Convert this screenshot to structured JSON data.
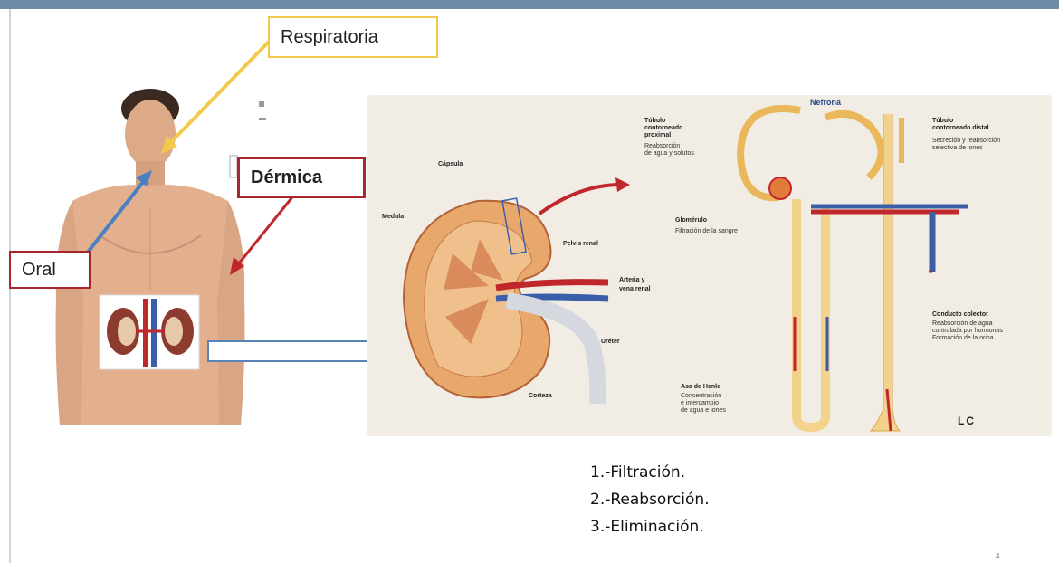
{
  "labels": {
    "respiratoria": "Respiratoria",
    "dermica": "Dérmica",
    "oral": "Oral"
  },
  "kidney": {
    "capsula": "Cápsula",
    "medula": "Medula",
    "pelvis_renal": "Pelvis renal",
    "arteria": "Arteria y",
    "vena": "vena renal",
    "ureter": "Uréter",
    "corteza": "Corteza"
  },
  "nephron": {
    "title": "Nefrona",
    "proximal_1": "Túbulo",
    "proximal_2": "contorneado",
    "proximal_3": "proximal",
    "proximal_note_1": "Reabsorción",
    "proximal_note_2": "de agua y solutos",
    "distal_1": "Túbulo",
    "distal_2": "contorneado distal",
    "distal_note_1": "Secreción y reabsorción",
    "distal_note_2": "selectiva de iones",
    "glomerulo": "Glomérulo",
    "glomerulo_note": "Filtración de la sangre",
    "colector_1": "Conducto colector",
    "colector_note_1": "Reabsorción de agua",
    "colector_note_2": "controlada por hormonas",
    "colector_note_3": "Formación de la orina",
    "henle": "Asa de Henle",
    "henle_note_1": "Concentración",
    "henle_note_2": "e intercambio",
    "henle_note_3": "de agua e iones",
    "logo": "LC"
  },
  "steps": [
    "1.-Filtración.",
    "2.-Reabsorción.",
    "3.-Eliminación."
  ],
  "page_number": "4",
  "colors": {
    "yellow_arrow": "#f2c94c",
    "red_arrow": "#c0272d",
    "blue_arrow": "#4a7fc1",
    "skin": "#e2b08e",
    "panel": "#f1ede4"
  }
}
